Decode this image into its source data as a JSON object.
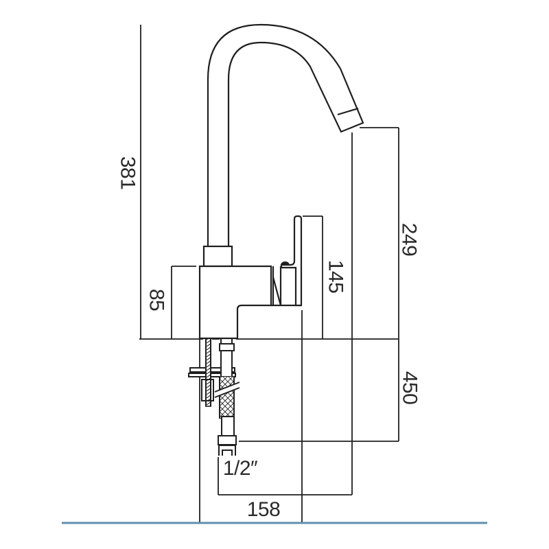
{
  "drawing": {
    "type": "technical-dimension-drawing",
    "subject": "kitchen mixer tap side elevation with mounting hardware and flexible supply hose",
    "units": "mm"
  },
  "colors": {
    "line": "#1f1f1f",
    "baseline": "#5f8fae",
    "background": "#ffffff",
    "text": "#2a2a2a"
  },
  "dimensions": {
    "total_height": {
      "value": "381",
      "orientation": "vertical"
    },
    "body_height": {
      "value": "85",
      "orientation": "vertical"
    },
    "handle_height": {
      "value": "145",
      "orientation": "vertical"
    },
    "spout_to_counter": {
      "value": "249",
      "orientation": "vertical"
    },
    "hose_length": {
      "value": "450",
      "orientation": "vertical"
    },
    "spout_reach": {
      "value": "158",
      "orientation": "horizontal"
    },
    "connection_size": {
      "value": "1/2″",
      "orientation": "horizontal"
    }
  }
}
